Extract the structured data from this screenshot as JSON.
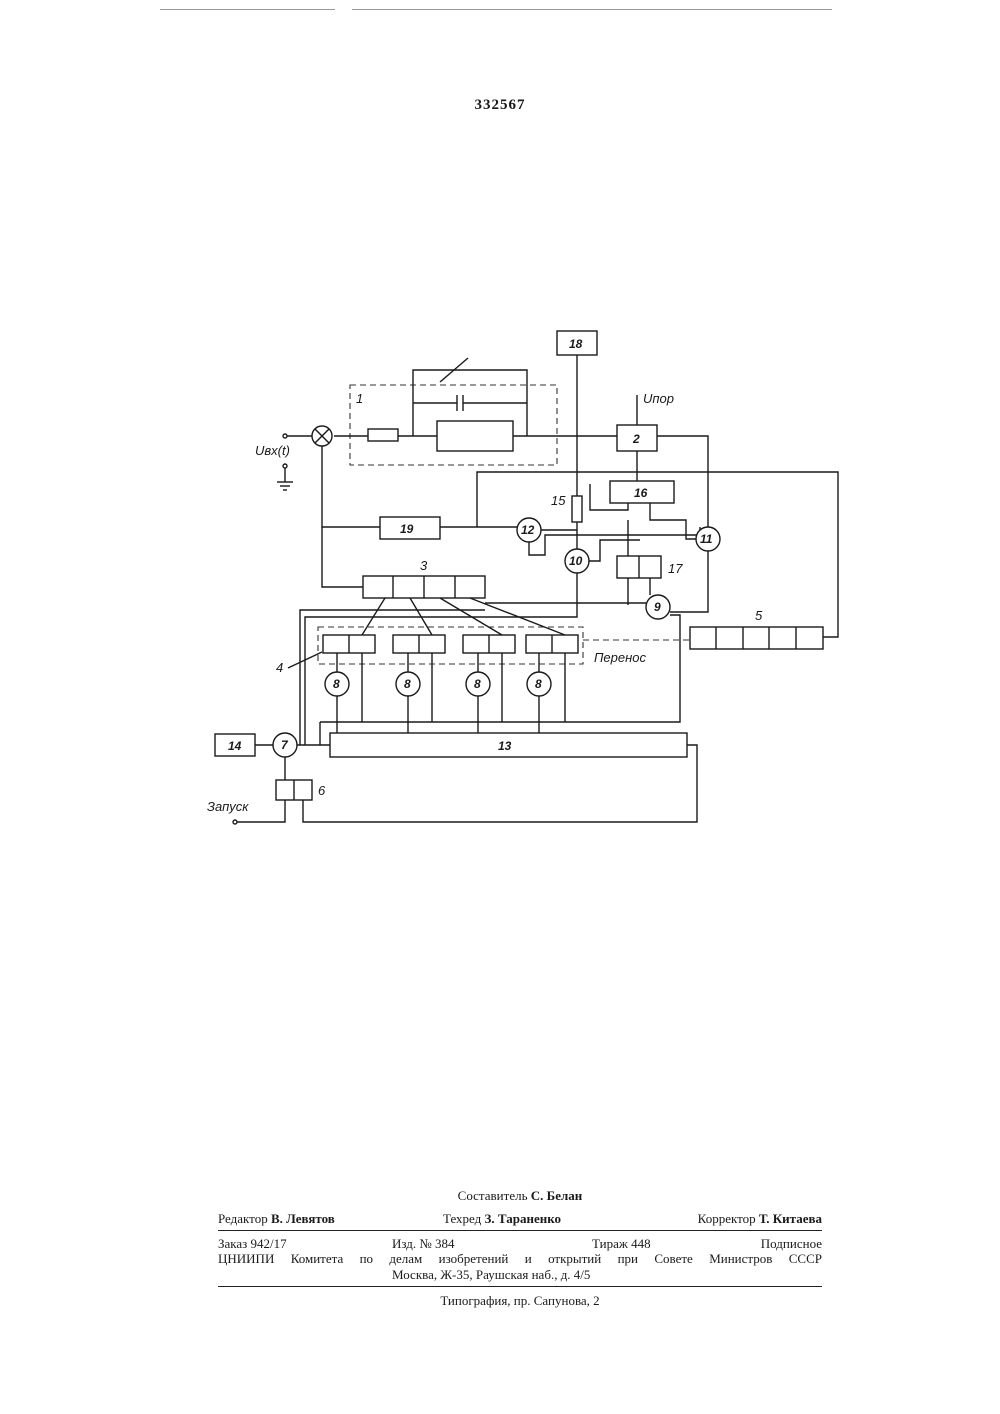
{
  "document": {
    "number": "332567"
  },
  "diagram": {
    "labels": {
      "input": "Uвх(t)",
      "threshold": "Uпор",
      "start": "Запуск",
      "carry": "Перенос"
    },
    "block_numbers": {
      "b1": "1",
      "b2": "2",
      "b3": "3",
      "b4": "4",
      "b5": "5",
      "b6": "6",
      "b7": "7",
      "b8a": "8",
      "b8b": "8",
      "b8c": "8",
      "b8d": "8",
      "b9": "9",
      "b10": "10",
      "b11": "11",
      "b12": "12",
      "b13": "13",
      "b14": "14",
      "b15": "15",
      "b16": "16",
      "b17": "17",
      "b18": "18",
      "b19": "19"
    }
  },
  "imprint": {
    "compiler_label": "Составитель",
    "compiler_name": "С. Белан",
    "editor_label": "Редактор",
    "editor_name": "В. Левятов",
    "techred_label": "Техред",
    "techred_name": "З. Тараненко",
    "corrector_label": "Корректор",
    "corrector_name": "Т. Китаева",
    "order": "Заказ 942/17",
    "edition": "Изд. № 384",
    "circulation": "Тираж 448",
    "subscription": "Подписное",
    "institute": "ЦНИИПИ Комитета по делам изобретений и открытий при Совете Министров СССР",
    "address": "Москва, Ж-35, Раушская наб., д. 4/5",
    "printer": "Типография, пр. Сапунова, 2"
  }
}
